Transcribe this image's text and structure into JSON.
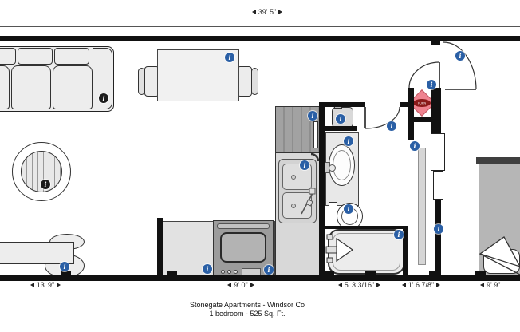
{
  "floorplan": {
    "caption": {
      "line1": "Stonegate Apartments - Windsor Co",
      "line2": "1 bedroom - 525 Sq. Ft."
    },
    "dimensions": {
      "top": "39' 5\"",
      "bottom": [
        "13' 9\"",
        "9' 0\"",
        "5' 3 3/16\"",
        "1' 6 7/8\"",
        "9' 9\""
      ]
    },
    "furnace_label": "FURN",
    "info_glyph": "i",
    "colors": {
      "wall": "#111111",
      "info_marker_blue": "#2a5fa5",
      "info_marker_dark": "#1c1c1c",
      "furnace_diamond": "#ef8390",
      "furnace_oval": "#8b1a1a",
      "counter_gray": "#e2e2e2",
      "appliance_gray": "#9c9c9c",
      "bed_gray": "#b6b6b6"
    }
  }
}
